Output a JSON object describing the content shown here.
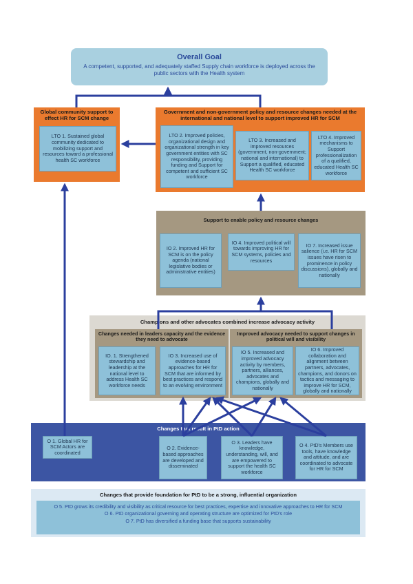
{
  "goal": {
    "title": "Overall Goal",
    "description": "A competent, supported, and adequately staffed Supply chain workforce is deployed across the public sectors with the Health system"
  },
  "global_support": {
    "header": "Global community support to effect HR for SCM change",
    "lto1": "LTO 1. Sustained global community dedicated to mobilizing support and resources toward a professional health SC workforce"
  },
  "policy_changes": {
    "header": "Government and non-government policy and resource changes needed at the international and national level to support improved HR for SCM",
    "lto2": "LTO 2. Improved policies, organizational design and organizational strength in key government entities with SC responsibility, providing funding and Support for competent and sufficient SC workforce",
    "lto3": "LTO 3. Increased and improved resources (government, non-government; national and international) to Support a qualified, educated Health SC workforce",
    "lto4": "LTO 4. Improved mechanisms to Support professionalization of a qualified, educated Health SC workforce"
  },
  "support_enable": {
    "header": "Support to enable policy and resource changes",
    "io2": "IO 2. Improved HR for SCM is on the policy agenda (national legislative bodies or administrative entities)",
    "io4": "IO 4. Improved political will towards improving HR for SCM systems, policies and resources",
    "io7": "IO 7. Increased issue salience (i.e. HR for SCM issues have risen to prominence in policy discussions), globally and nationally"
  },
  "champions": {
    "header": "Champions and other advocates combined increase advocacy activity",
    "leaders_header": "Changes needed in leaders capacity and the evidence they need to advocate",
    "io1": "IO. 1. Strengthened stewardship and leadership at the national level to address Health SC workforce needs",
    "io3": "IO 3. Increased use of evidence-based approaches for HR for SCM that are informed by best practices and respond to an evolving environment",
    "advocacy_header": "Improved advocacy needed to support changes in political will and visibility",
    "io5": "IO 5. Increased and improved advocacy activity by members, partners, alliances, advocates and champions, globally and nationally",
    "io6": "IO 6. Improved collaboration and alignment between partners, advocates, champions, and donors on tactics and messaging to improve HR for SCM, globally and nationally"
  },
  "ptd_action": {
    "header": "Changes that result in PtD action",
    "o1": "O 1. Global HR for SCM Actors are coordinated",
    "o2": "O 2. Evidence-based approaches are developed and disseminated",
    "o3": "O 3. Leaders have knowledge, understanding, will, and are empowered to support the health SC workforce",
    "o4": "O 4. PtD's Members use tools, have knowledge and attitude, and are coordinated to advocate for HR for SCM"
  },
  "foundation": {
    "header": "Changes that provide foundation for PtD to be a strong, influential organization",
    "o5": "O 5. PtD grows its credibility and visibility as critical resource for best practices, expertise and innovative approaches to HR for SCM",
    "o6": "O 6. PtD organizational governing and operating structure are optimized for PtD's role",
    "o7": "O 7. PtD has diversified a funding base that supports sustainability"
  },
  "colors": {
    "goal": "#a9d0e0",
    "orange": "#ea7a2e",
    "tan": "#a59881",
    "beige": "#dcd9d2",
    "navy": "#3c55a3",
    "box": "#8ec1d9",
    "arrow": "#2b3f9e"
  }
}
